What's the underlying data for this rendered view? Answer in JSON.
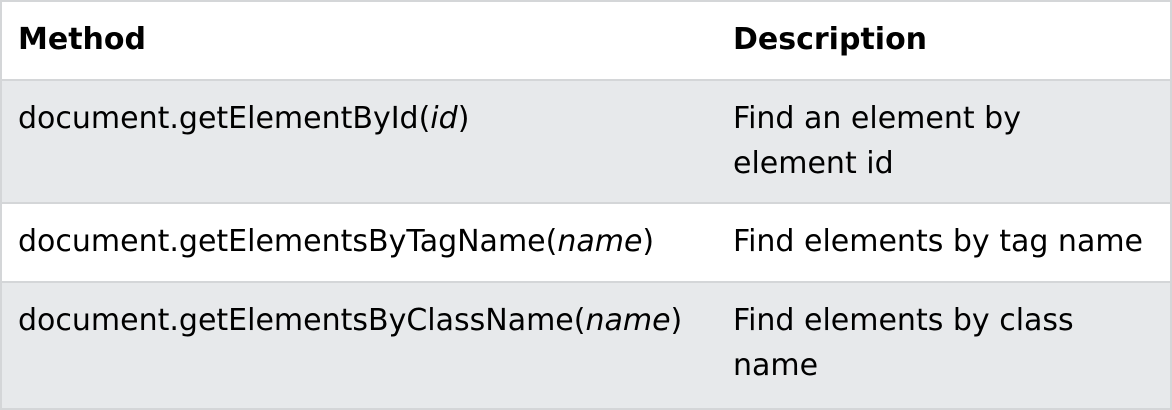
{
  "table": {
    "header": {
      "method_label": "Method",
      "description_label": "Description"
    },
    "rows": [
      {
        "method_prefix": "document.getElementById(",
        "method_param": "id",
        "method_suffix": ")",
        "description": "Find an element by element id"
      },
      {
        "method_prefix": "document.getElementsByTagName(",
        "method_param": "name",
        "method_suffix": ")",
        "description": "Find elements by tag name"
      },
      {
        "method_prefix": "document.getElementsByClassName(",
        "method_param": "name",
        "method_suffix": ")",
        "description": "Find elements by class name"
      }
    ],
    "colors": {
      "alt_row_bg": "#e7e9eb",
      "row_bg": "#ffffff",
      "header_bg": "#ffffff",
      "border": "#d4d6d8",
      "text": "#000000"
    }
  }
}
